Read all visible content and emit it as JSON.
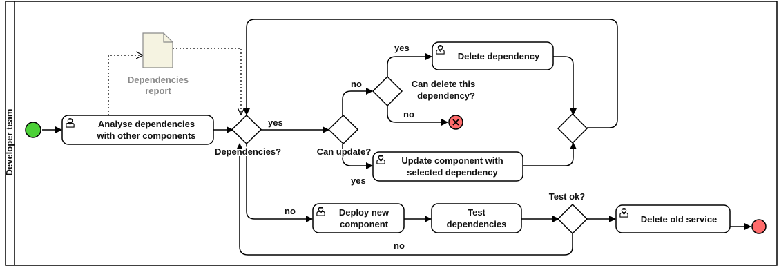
{
  "lane": {
    "label": "Developer team"
  },
  "artifact": {
    "line1": "Dependencies",
    "line2": "report"
  },
  "tasks": {
    "analyse": {
      "line1": "Analyse dependencies",
      "line2": "with other components"
    },
    "delete_dependency": {
      "line1": "Delete dependency"
    },
    "update_component": {
      "line1": "Update component with",
      "line2": "selected dependency"
    },
    "deploy": {
      "line1": "Deploy new",
      "line2": "component"
    },
    "test": {
      "line1": "Test",
      "line2": "dependencies"
    },
    "delete_service": {
      "line1": "Delete old service"
    }
  },
  "gateways": {
    "dependencies": {
      "label": "Dependencies?"
    },
    "can_update": {
      "label": "Can update?"
    },
    "can_delete": {
      "line1": "Can delete this",
      "line2": "dependency?"
    },
    "test_ok": {
      "label": "Test ok?"
    }
  },
  "flow_labels": {
    "dep_yes": "yes",
    "dep_no": "no",
    "update_no": "no",
    "update_yes": "yes",
    "delete_yes": "yes",
    "delete_no": "no",
    "test_no": "no"
  },
  "colors": {
    "start_event": "#4cd137",
    "end_event": "#ff6b6b",
    "error_event": "#ff6b6b",
    "artifact_fill": "#f5f3e1",
    "stroke": "#000000"
  },
  "icons": {
    "task": "user-task-icon",
    "error": "error-x-icon",
    "artifact": "document-icon"
  }
}
